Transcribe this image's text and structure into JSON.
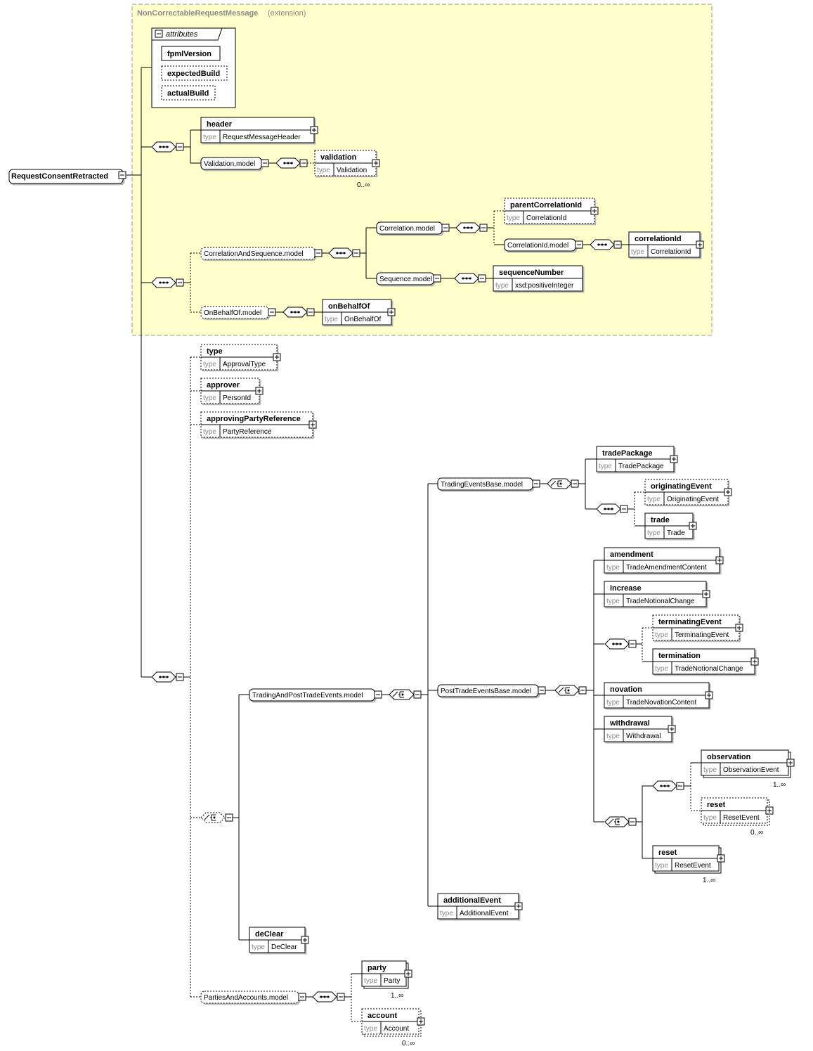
{
  "extension": {
    "name": "NonCorrectableRequestMessage",
    "label": "(extension)"
  },
  "attributes": {
    "title": "attributes",
    "items": [
      "fpmlVersion",
      "expectedBuild",
      "actualBuild"
    ]
  },
  "root": "RequestConsentRetracted",
  "type_label": "type",
  "elements": {
    "header": {
      "name": "header",
      "type": "RequestMessageHeader"
    },
    "validation": {
      "name": "validation",
      "type": "Validation",
      "occ": "0..∞"
    },
    "parentCorrelationId": {
      "name": "parentCorrelationId",
      "type": "CorrelationId"
    },
    "correlationId": {
      "name": "correlationId",
      "type": "CorrelationId"
    },
    "sequenceNumber": {
      "name": "sequenceNumber",
      "type": "xsd:positiveInteger"
    },
    "onBehalfOf": {
      "name": "onBehalfOf",
      "type": "OnBehalfOf"
    },
    "type": {
      "name": "type",
      "type": "ApprovalType"
    },
    "approver": {
      "name": "approver",
      "type": "PersonId"
    },
    "approvingPartyReference": {
      "name": "approvingPartyReference",
      "type": "PartyReference"
    },
    "tradePackage": {
      "name": "tradePackage",
      "type": "TradePackage"
    },
    "originatingEvent": {
      "name": "originatingEvent",
      "type": "OriginatingEvent"
    },
    "trade": {
      "name": "trade",
      "type": "Trade"
    },
    "amendment": {
      "name": "amendment",
      "type": "TradeAmendmentContent"
    },
    "increase": {
      "name": "increase",
      "type": "TradeNotionalChange"
    },
    "terminatingEvent": {
      "name": "terminatingEvent",
      "type": "TerminatingEvent"
    },
    "termination": {
      "name": "termination",
      "type": "TradeNotionalChange"
    },
    "novation": {
      "name": "novation",
      "type": "TradeNovationContent"
    },
    "withdrawal": {
      "name": "withdrawal",
      "type": "Withdrawal"
    },
    "observation": {
      "name": "observation",
      "type": "ObservationEvent",
      "occ": "1..∞"
    },
    "reset1": {
      "name": "reset",
      "type": "ResetEvent",
      "occ": "0..∞"
    },
    "reset2": {
      "name": "reset",
      "type": "ResetEvent",
      "occ": "1..∞"
    },
    "additionalEvent": {
      "name": "additionalEvent",
      "type": "AdditionalEvent"
    },
    "deClear": {
      "name": "deClear",
      "type": "DeClear"
    },
    "party": {
      "name": "party",
      "type": "Party",
      "occ": "1..∞"
    },
    "account": {
      "name": "account",
      "type": "Account",
      "occ": "0..∞"
    }
  },
  "groups": {
    "validationModel": "Validation.model",
    "correlationAndSequenceModel": "CorrelationAndSequence.model",
    "correlationModel": "Correlation.model",
    "correlationIdModel": "CorrelationId.model",
    "sequenceModel": "Sequence.model",
    "onBehalfOfModel": "OnBehalfOf.model",
    "tradingEventsBaseModel": "TradingEventsBase.model",
    "tradingAndPostTradeEvents": "TradingAndPostTradeEvents.model",
    "postTradeEventsBaseModel": "PostTradeEventsBase.model",
    "partiesAndAccountsModel": "PartiesAndAccounts.model"
  }
}
